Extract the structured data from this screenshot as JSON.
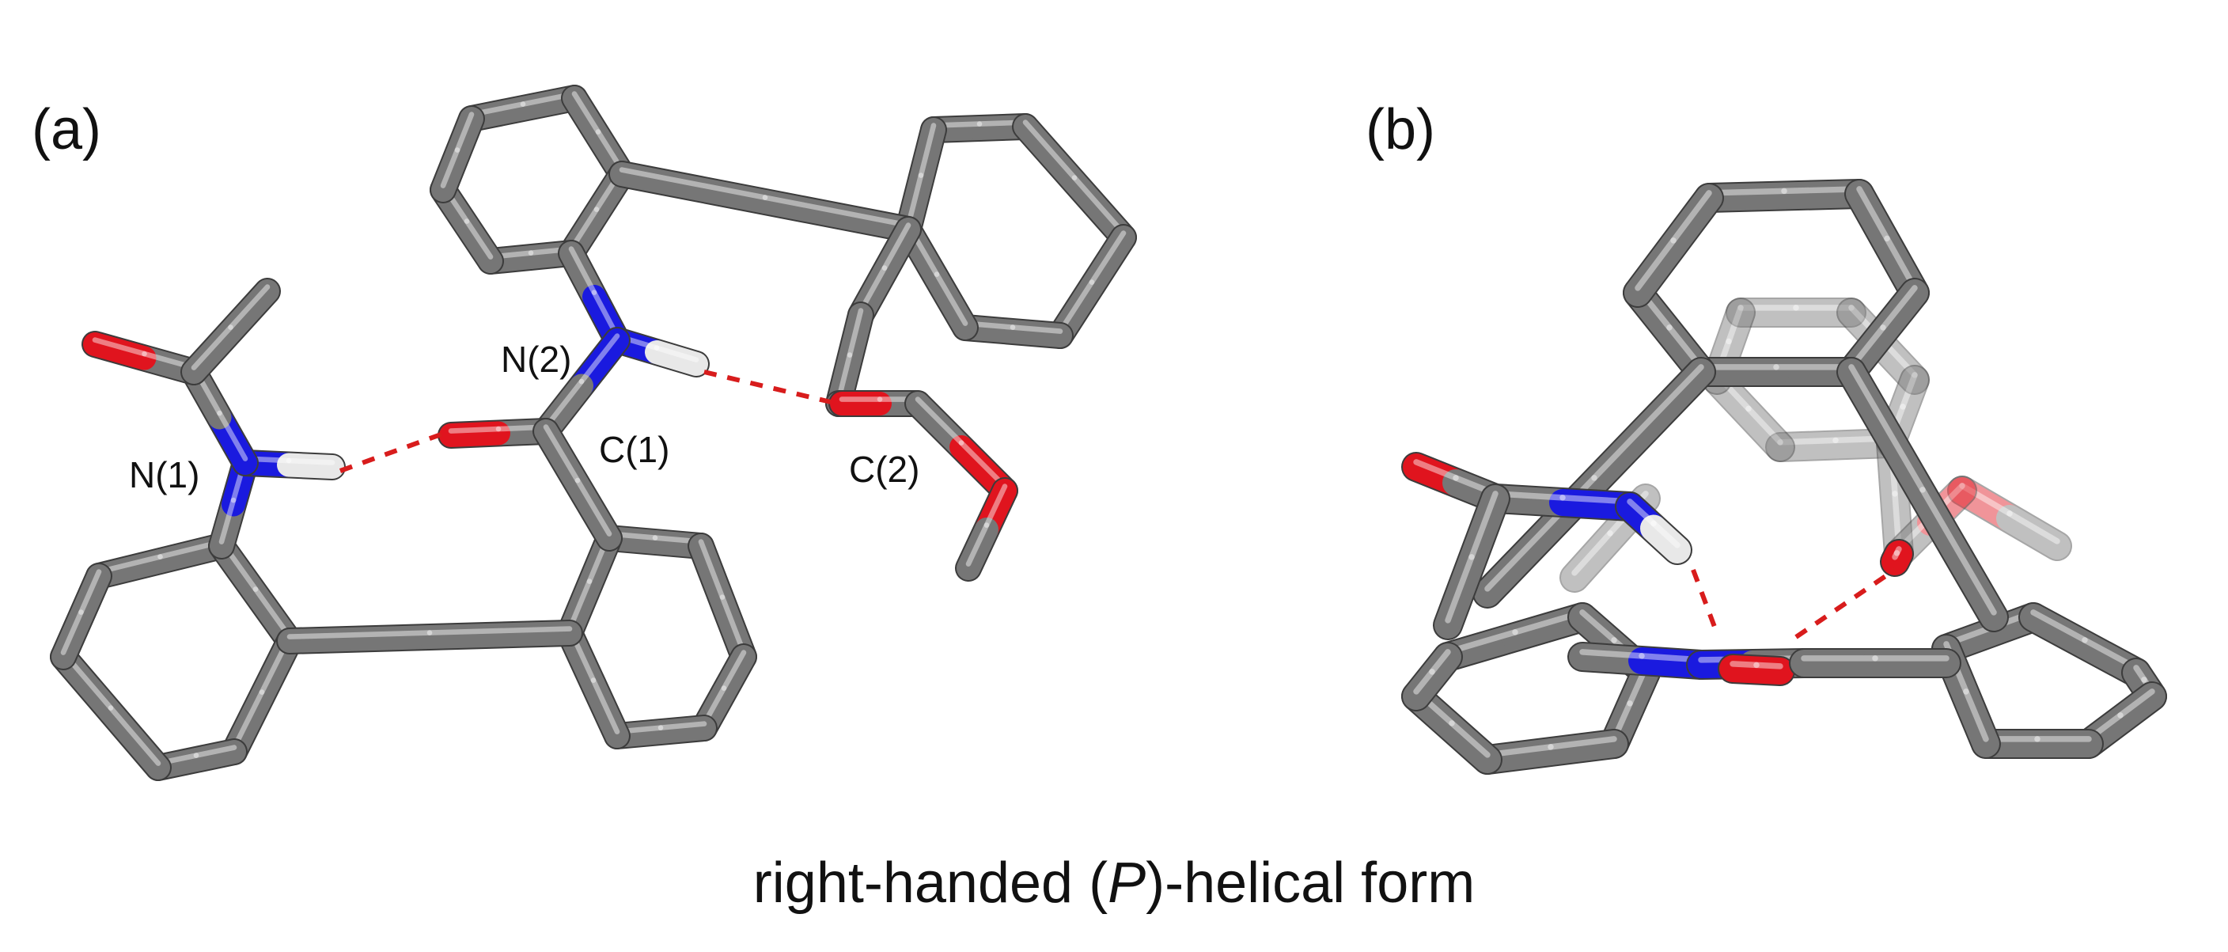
{
  "panels": [
    {
      "label": "(a)"
    },
    {
      "label": "(b)"
    }
  ],
  "atom_labels": {
    "n1": "N(1)",
    "n2": "N(2)",
    "c1": "C(1)",
    "c2": "C(2)"
  },
  "caption": {
    "pre": "right-handed (",
    "italic": "P",
    "post": ")-helical form"
  },
  "colors": {
    "carbon": "#767676",
    "carbon_light": "#c8c8c8",
    "carbon_dark": "#4a4a4a",
    "nitrogen": "#1a1adf",
    "oxygen": "#e0141e",
    "hydrogen": "#e8e8e8",
    "hbond": "#d81c1c"
  }
}
